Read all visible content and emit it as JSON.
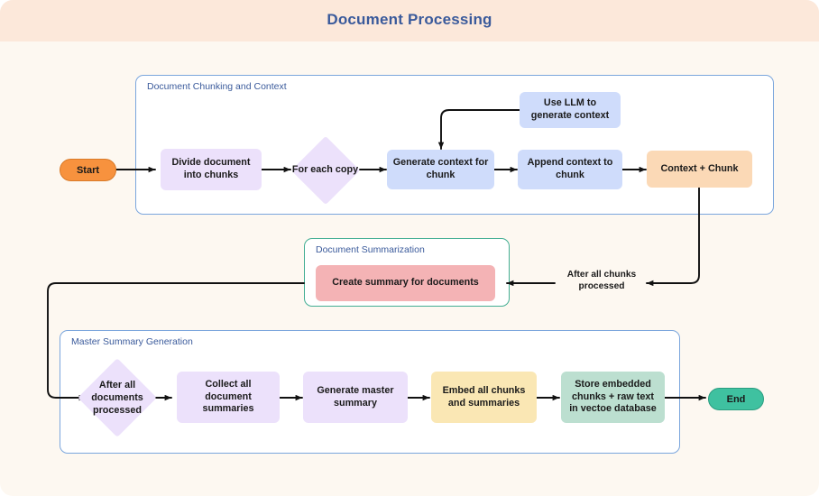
{
  "header": {
    "title": "Document Processing",
    "band_color": "#fce8da",
    "title_color": "#3a5a9b"
  },
  "canvas": {
    "background": "#fdf8f1"
  },
  "diagram": {
    "type": "flowchart",
    "subgraphs": [
      {
        "id": "chunking",
        "label": "Document Chunking and Context",
        "border_color": "#7ba6dd"
      },
      {
        "id": "summarization",
        "label": "Document Summarization",
        "border_color": "#43ae93"
      },
      {
        "id": "master",
        "label": "Master Summary Generation",
        "border_color": "#7ba6dd"
      }
    ],
    "nodes": [
      {
        "id": "start",
        "label": "Start",
        "shape": "stadium",
        "color": "#f7923e"
      },
      {
        "id": "divide",
        "label": "Divide document into chunks",
        "shape": "rect",
        "color": "#ece1fb"
      },
      {
        "id": "foreach",
        "label": "For each copy",
        "shape": "diamond",
        "color": "#ece1fb"
      },
      {
        "id": "genctx",
        "label": "Generate context for chunk",
        "shape": "rect",
        "color": "#cfdcfb"
      },
      {
        "id": "usellm",
        "label": "Use LLM to generate context",
        "shape": "rect",
        "color": "#cfdcfb"
      },
      {
        "id": "appendctx",
        "label": "Append context to chunk",
        "shape": "rect",
        "color": "#cfdcfb"
      },
      {
        "id": "ctxchunk",
        "label": "Context + Chunk",
        "shape": "rect",
        "color": "#fbd9b6"
      },
      {
        "id": "createsum",
        "label": "Create summary for documents",
        "shape": "rect",
        "color": "#f4b3b5"
      },
      {
        "id": "afterdocs",
        "label": "After all documents processed",
        "shape": "diamond",
        "color": "#ece1fb"
      },
      {
        "id": "collect",
        "label": "Collect all document summaries",
        "shape": "rect",
        "color": "#ece1fb"
      },
      {
        "id": "genmaster",
        "label": "Generate master summary",
        "shape": "rect",
        "color": "#ece1fb"
      },
      {
        "id": "embed",
        "label": "Embed all chunks and summaries",
        "shape": "rect",
        "color": "#fae7b4"
      },
      {
        "id": "store",
        "label": "Store embedded chunks + raw text in vectoe database",
        "shape": "rect",
        "color": "#bcdfd0"
      },
      {
        "id": "end",
        "label": "End",
        "shape": "stadium",
        "color": "#3fc1a0"
      }
    ],
    "edges": [
      {
        "from": "start",
        "to": "divide",
        "label": ""
      },
      {
        "from": "divide",
        "to": "foreach",
        "label": ""
      },
      {
        "from": "foreach",
        "to": "genctx",
        "label": ""
      },
      {
        "from": "usellm",
        "to": "genctx",
        "label": ""
      },
      {
        "from": "genctx",
        "to": "appendctx",
        "label": ""
      },
      {
        "from": "appendctx",
        "to": "ctxchunk",
        "label": ""
      },
      {
        "from": "ctxchunk",
        "to": "createsum",
        "label": "After all chunks\nprocessed"
      },
      {
        "from": "createsum",
        "to": "afterdocs",
        "label": ""
      },
      {
        "from": "afterdocs",
        "to": "collect",
        "label": ""
      },
      {
        "from": "collect",
        "to": "genmaster",
        "label": ""
      },
      {
        "from": "genmaster",
        "to": "embed",
        "label": ""
      },
      {
        "from": "embed",
        "to": "store",
        "label": ""
      },
      {
        "from": "store",
        "to": "end",
        "label": ""
      }
    ],
    "edge_labels": [
      {
        "id": "after-chunks",
        "text": "After all chunks\nprocessed"
      }
    ]
  }
}
